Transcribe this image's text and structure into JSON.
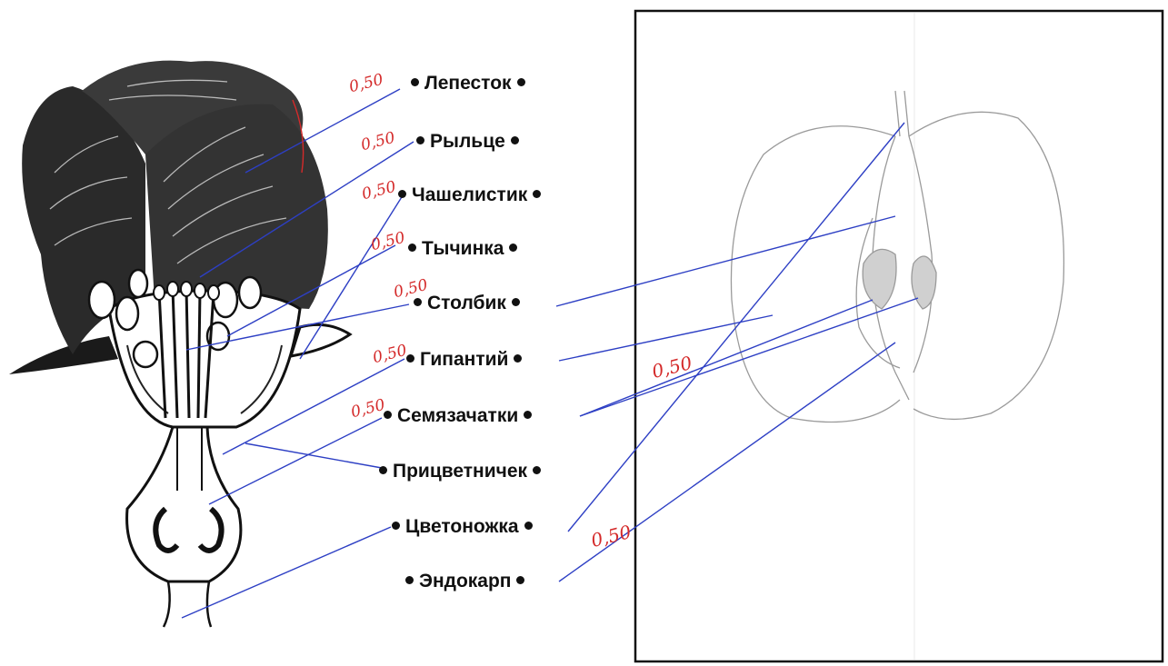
{
  "labels": [
    {
      "id": "lepestok",
      "text": "Лепесток"
    },
    {
      "id": "rylce",
      "text": "Рыльце"
    },
    {
      "id": "chashelistik",
      "text": "Чашелистик"
    },
    {
      "id": "tychinka",
      "text": "Тычинка"
    },
    {
      "id": "stolbik",
      "text": "Столбик"
    },
    {
      "id": "gipantiy",
      "text": "Гипантий"
    },
    {
      "id": "semyazachatki",
      "text": "Семязачатки"
    },
    {
      "id": "pricvetnichek",
      "text": "Прицветничек"
    },
    {
      "id": "cvetonozhka",
      "text": "Цветоножка"
    },
    {
      "id": "endokarp",
      "text": "Эндокарп"
    }
  ],
  "scores": [
    "0,50",
    "0,50",
    "0,50",
    "0,50",
    "0,50",
    "0,50",
    "0,50",
    "0,50",
    "0,50"
  ],
  "colors": {
    "ink": "#111111",
    "pen_blue": "#2d3fc4",
    "pen_red": "#d42a2a",
    "pencil": "#9a9a9a"
  }
}
